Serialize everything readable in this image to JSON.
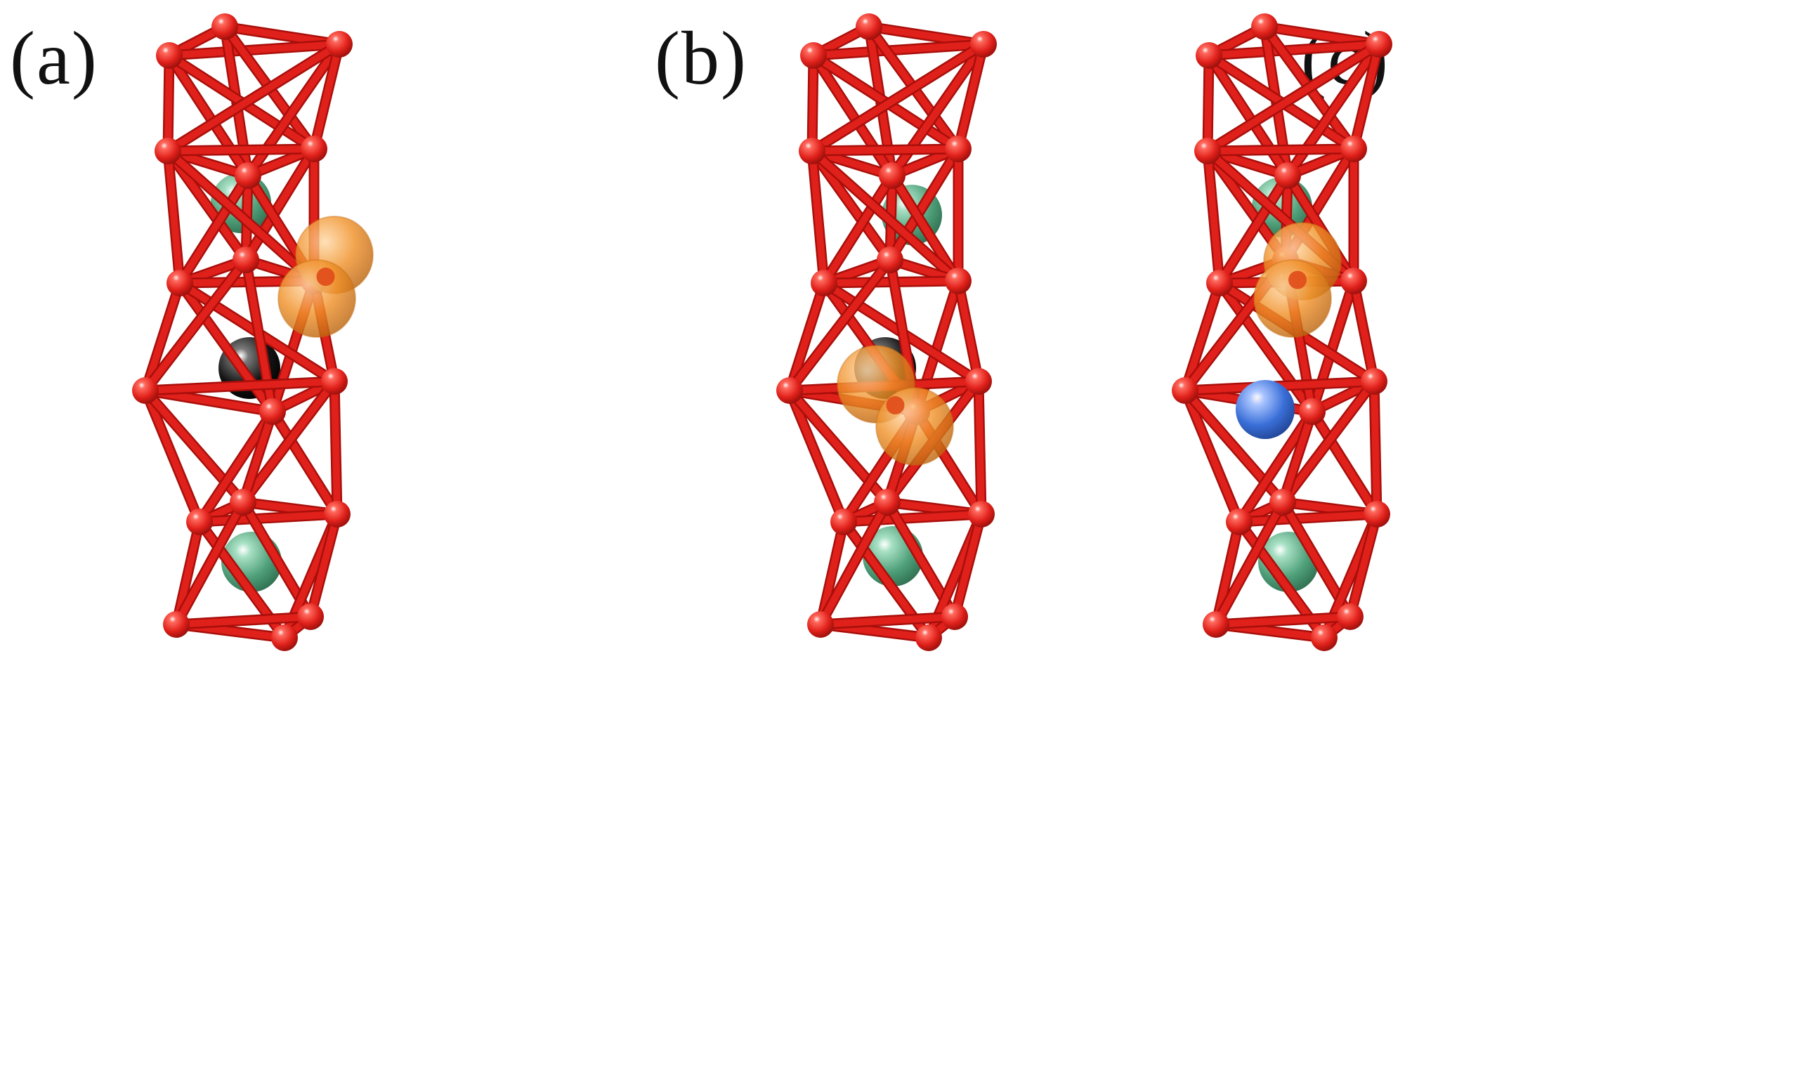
{
  "figure": {
    "panels": [
      {
        "label": "(a)",
        "center_atom": "black",
        "orange_pairs": [
          "upper-right"
        ]
      },
      {
        "label": "(b)",
        "center_atom": "black",
        "orange_pairs": [
          "center"
        ]
      },
      {
        "label": "(c)",
        "center_atom": "blue",
        "orange_pairs": [
          "upper-right"
        ]
      }
    ]
  },
  "colors": {
    "framework": "#e0201a",
    "framework_dark": "#a80f0b",
    "green_atom": "#4fa07a",
    "black_atom": "#141414",
    "blue_atom": "#3a6fd8",
    "orange_atom": "#f0922a"
  }
}
